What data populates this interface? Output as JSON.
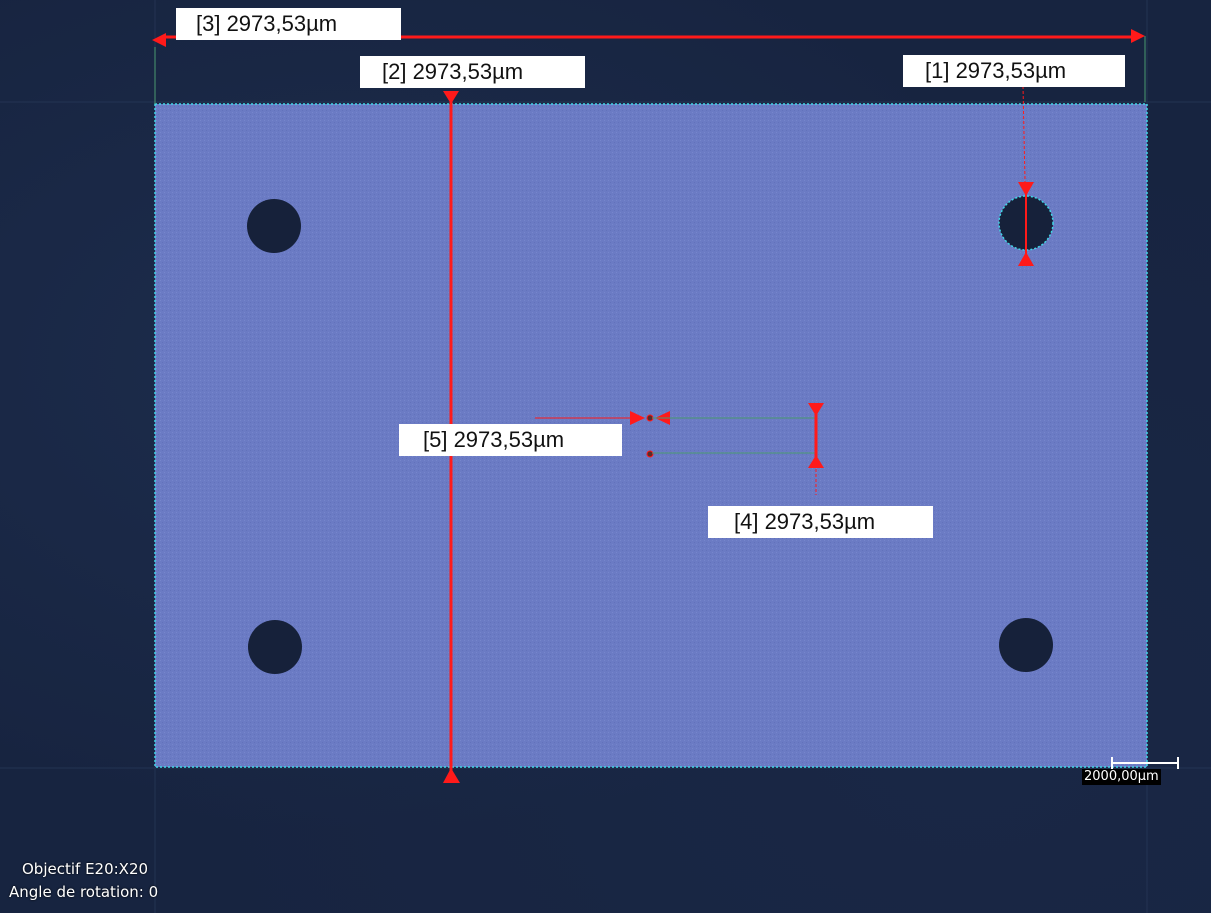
{
  "measurements": [
    {
      "id": "1",
      "label": "[1] 2973,53µm"
    },
    {
      "id": "2",
      "label": "[2] 2973,53µm"
    },
    {
      "id": "3",
      "label": "[3] 2973,53µm"
    },
    {
      "id": "4",
      "label": "[4] 2973,53µm"
    },
    {
      "id": "5",
      "label": "[5] 2973,53µm"
    }
  ],
  "scale_bar": {
    "label": "2000,00µm"
  },
  "info": {
    "objective": "Objectif E20:X20",
    "rotation": "Angle de rotation: 0"
  },
  "colors": {
    "part_fill": "#6f7fc6",
    "measure": "#ff1a1a",
    "outline": "#3fd6e6",
    "background": "#172440"
  }
}
